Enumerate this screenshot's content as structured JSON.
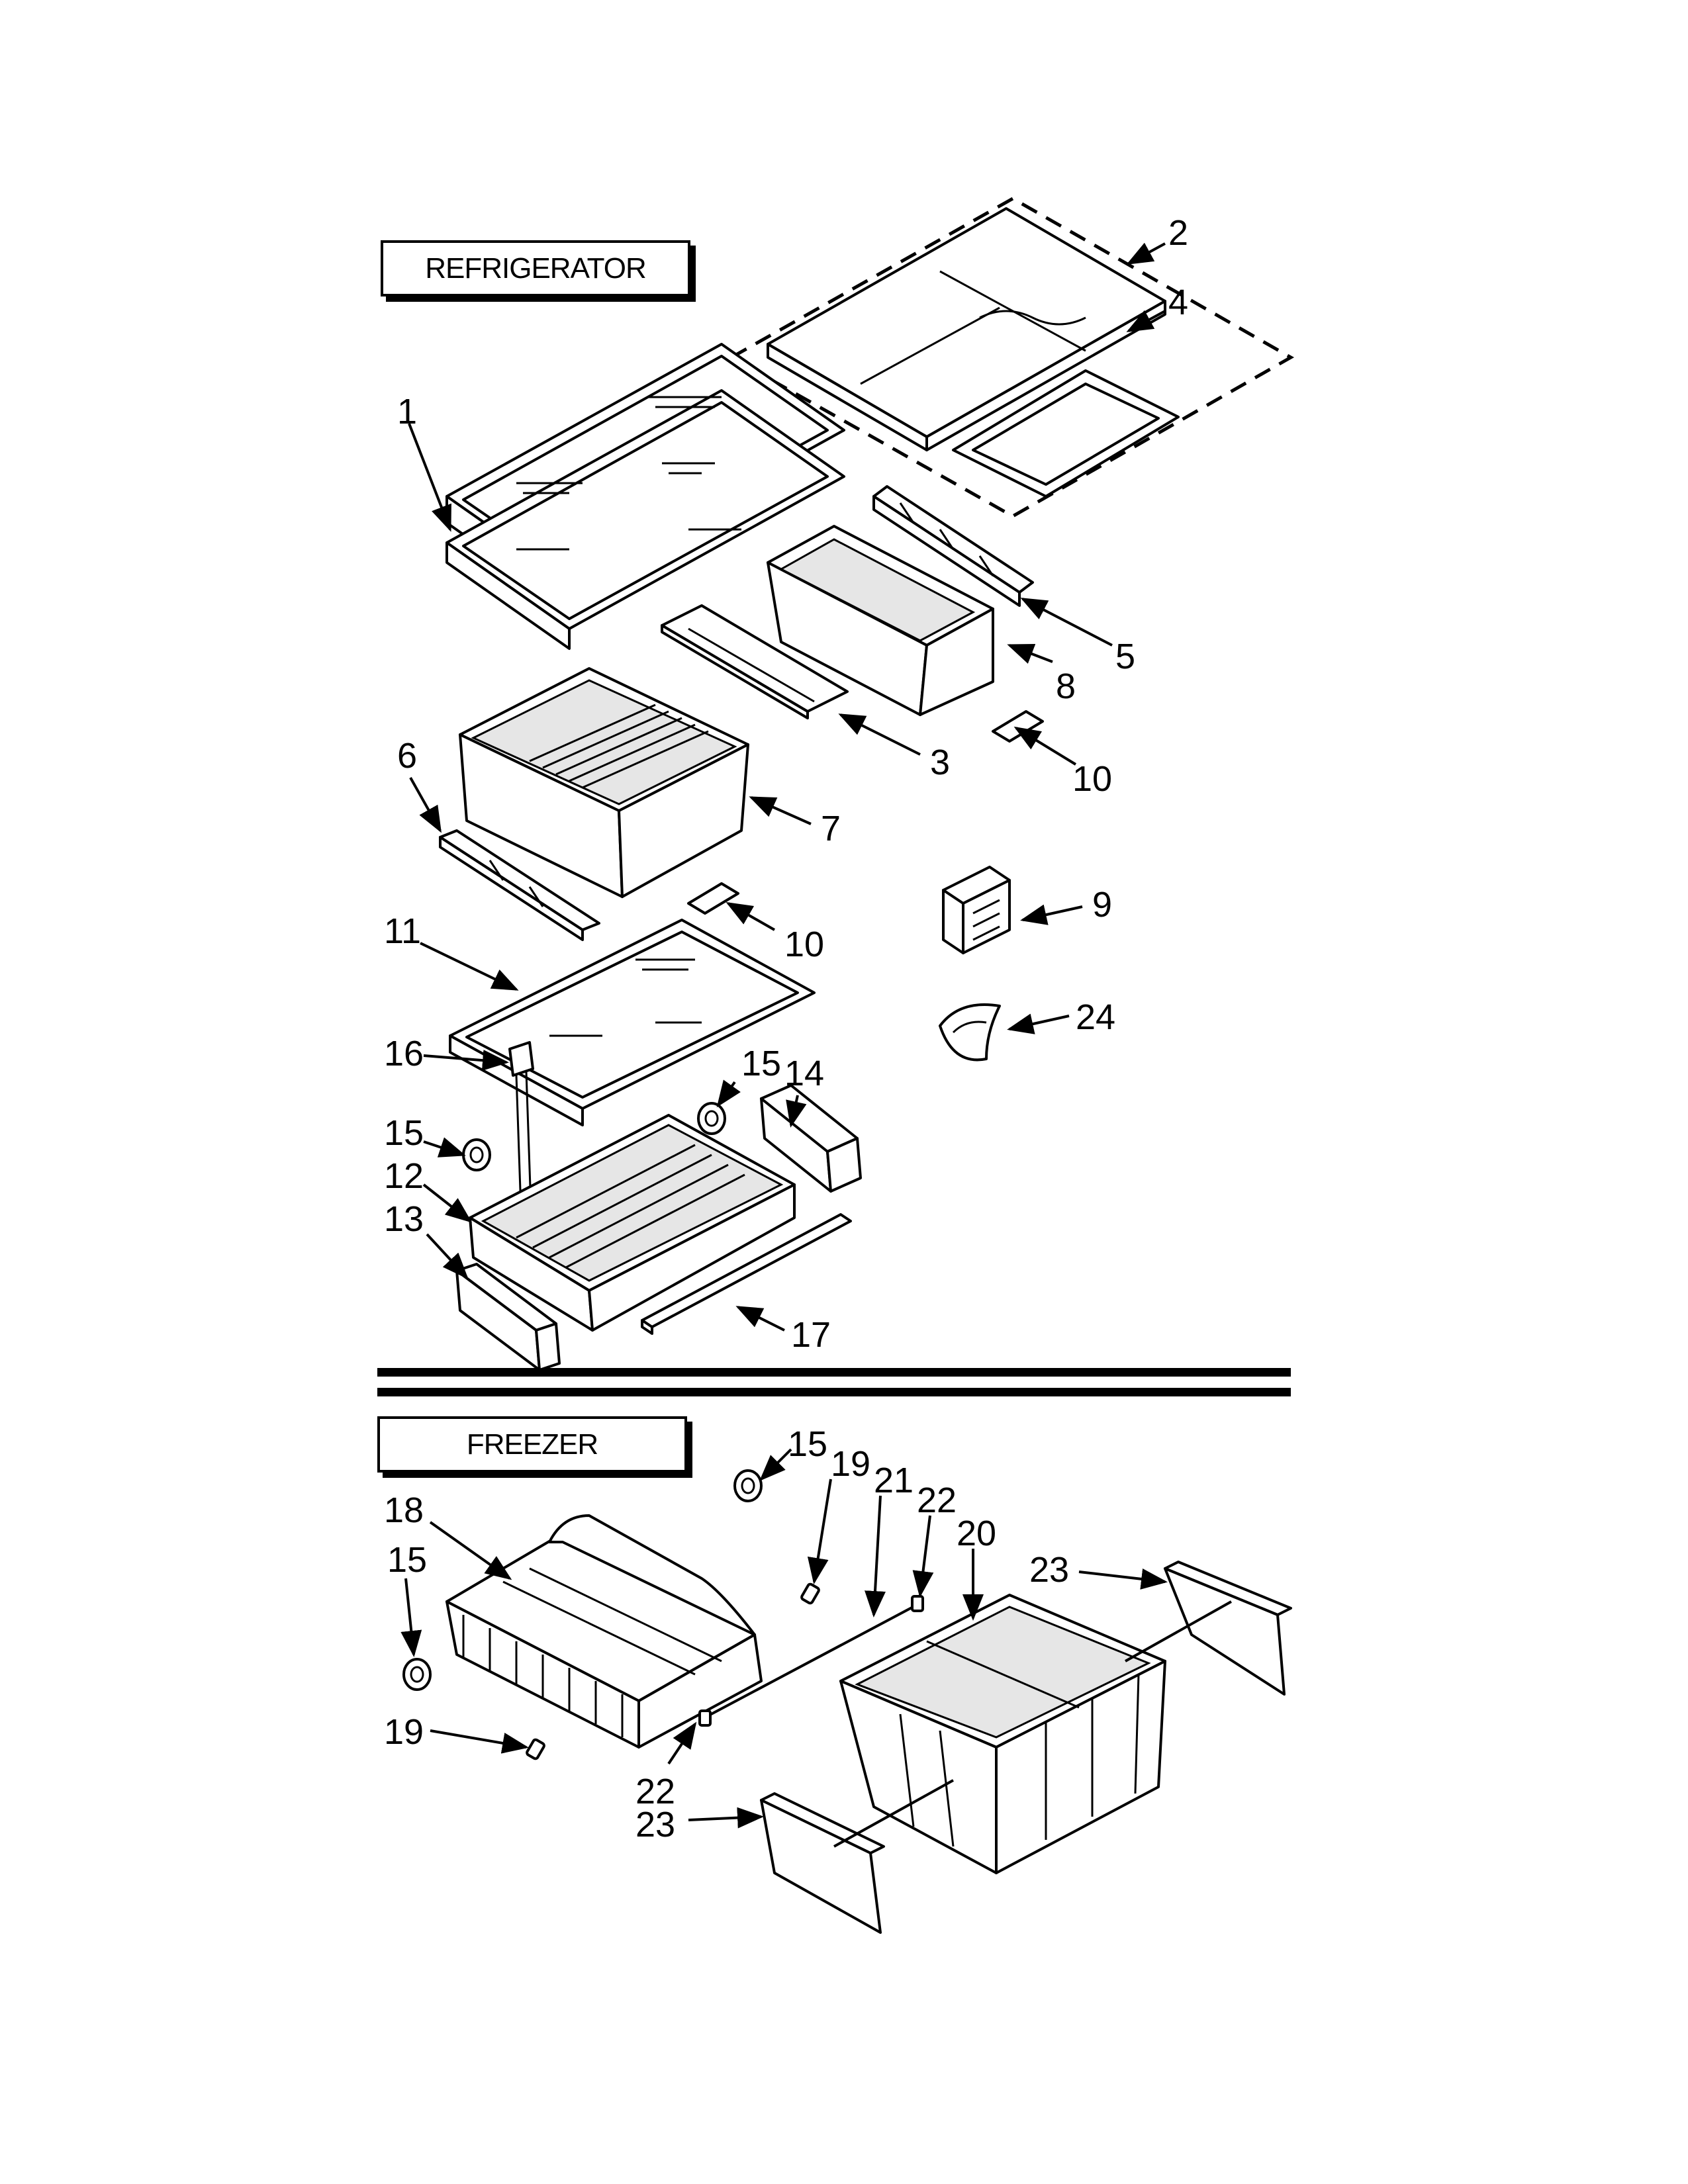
{
  "sections": {
    "refrigerator": "REFRIGERATOR",
    "freezer": "FREEZER"
  },
  "callouts": [
    {
      "id": "c1",
      "label": "1"
    },
    {
      "id": "c2",
      "label": "2"
    },
    {
      "id": "c3",
      "label": "3"
    },
    {
      "id": "c4",
      "label": "4"
    },
    {
      "id": "c5",
      "label": "5"
    },
    {
      "id": "c6",
      "label": "6"
    },
    {
      "id": "c7",
      "label": "7"
    },
    {
      "id": "c8",
      "label": "8"
    },
    {
      "id": "c9",
      "label": "9"
    },
    {
      "id": "c10a",
      "label": "10"
    },
    {
      "id": "c10b",
      "label": "10"
    },
    {
      "id": "c11",
      "label": "11"
    },
    {
      "id": "c12",
      "label": "12"
    },
    {
      "id": "c13",
      "label": "13"
    },
    {
      "id": "c14",
      "label": "14"
    },
    {
      "id": "c15a",
      "label": "15"
    },
    {
      "id": "c15b",
      "label": "15"
    },
    {
      "id": "c15c",
      "label": "15"
    },
    {
      "id": "c15d",
      "label": "15"
    },
    {
      "id": "c16",
      "label": "16"
    },
    {
      "id": "c17",
      "label": "17"
    },
    {
      "id": "c18",
      "label": "18"
    },
    {
      "id": "c19a",
      "label": "19"
    },
    {
      "id": "c19b",
      "label": "19"
    },
    {
      "id": "c20",
      "label": "20"
    },
    {
      "id": "c21",
      "label": "21"
    },
    {
      "id": "c22a",
      "label": "22"
    },
    {
      "id": "c22b",
      "label": "22"
    },
    {
      "id": "c23a",
      "label": "23"
    },
    {
      "id": "c23b",
      "label": "23"
    },
    {
      "id": "c24",
      "label": "24"
    }
  ]
}
